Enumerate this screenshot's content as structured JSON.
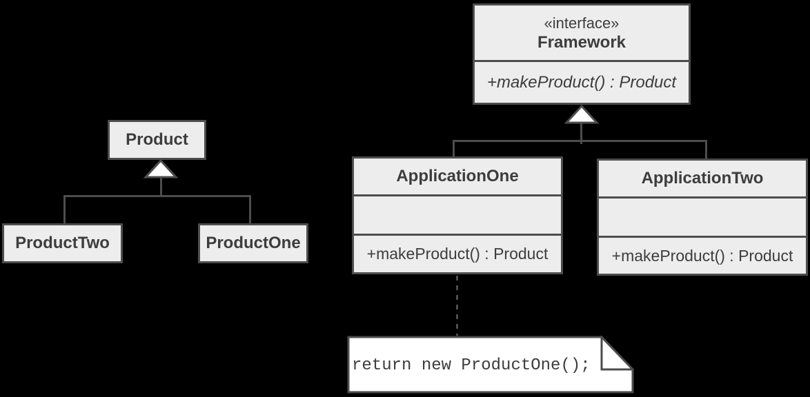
{
  "diagram": {
    "background_color": "#000000",
    "box_fill_color": "#ededed",
    "note_fill_color": "#ffffff",
    "line_color": "#4d4d4d",
    "text_color": "#3d3d3d"
  },
  "product_hierarchy": {
    "parent": {
      "name": "Product"
    },
    "children": [
      {
        "name": "ProductTwo"
      },
      {
        "name": "ProductOne"
      }
    ]
  },
  "framework_hierarchy": {
    "interface": {
      "stereotype": "«interface»",
      "name": "Framework",
      "method": "+makeProduct() : Product"
    },
    "implementations": [
      {
        "name": "ApplicationOne",
        "method": "+makeProduct() : Product"
      },
      {
        "name": "ApplicationTwo",
        "method": "+makeProduct() : Product"
      }
    ]
  },
  "note": {
    "text": "return new ProductOne();"
  }
}
